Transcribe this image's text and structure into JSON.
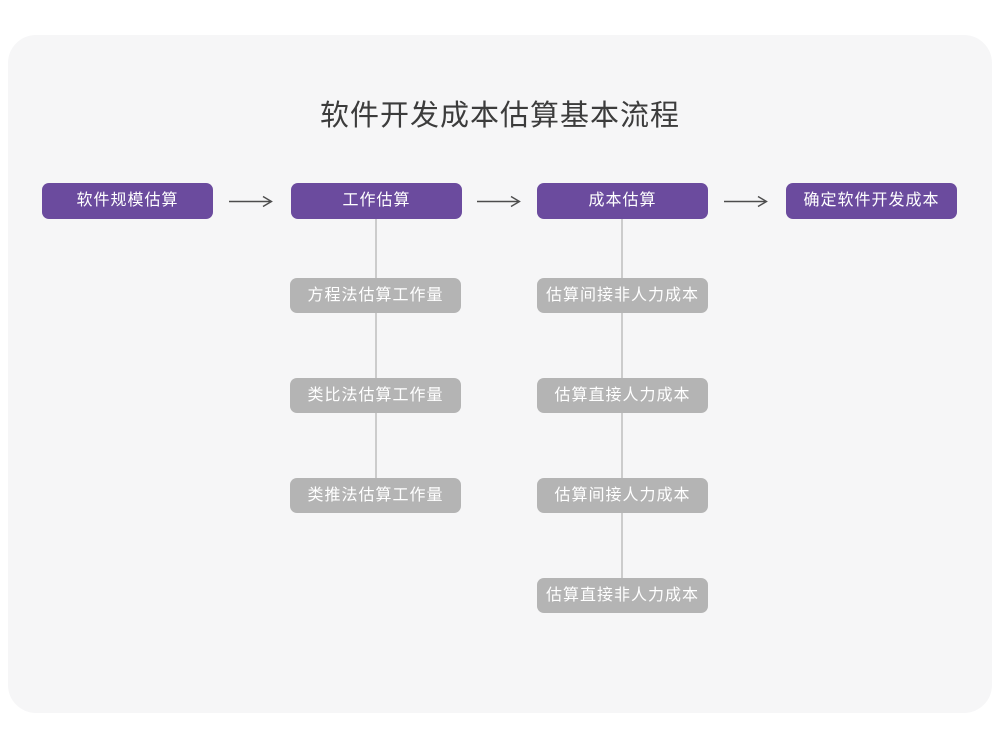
{
  "page": {
    "title": "软件开发成本估算基本流程"
  },
  "colors": {
    "page_background": "#ffffff",
    "card_background": "#f6f6f7",
    "main_step_fill": "#6b4b9e",
    "sub_step_fill": "#b4b4b4",
    "connector_line": "#cccccc",
    "arrow_stroke": "#4d4d4d",
    "title_text": "#3c3c3c",
    "box_text": "#ffffff"
  },
  "flow": {
    "main_steps": [
      {
        "label": "软件规模估算"
      },
      {
        "label": "工作估算"
      },
      {
        "label": "成本估算"
      },
      {
        "label": "确定软件开发成本"
      }
    ],
    "work_estimation_methods": [
      {
        "label": "方程法估算工作量"
      },
      {
        "label": "类比法估算工作量"
      },
      {
        "label": "类推法估算工作量"
      }
    ],
    "cost_estimation_steps": [
      {
        "label": "估算间接非人力成本"
      },
      {
        "label": "估算直接人力成本"
      },
      {
        "label": "估算间接人力成本"
      },
      {
        "label": "估算直接非人力成本"
      }
    ]
  }
}
